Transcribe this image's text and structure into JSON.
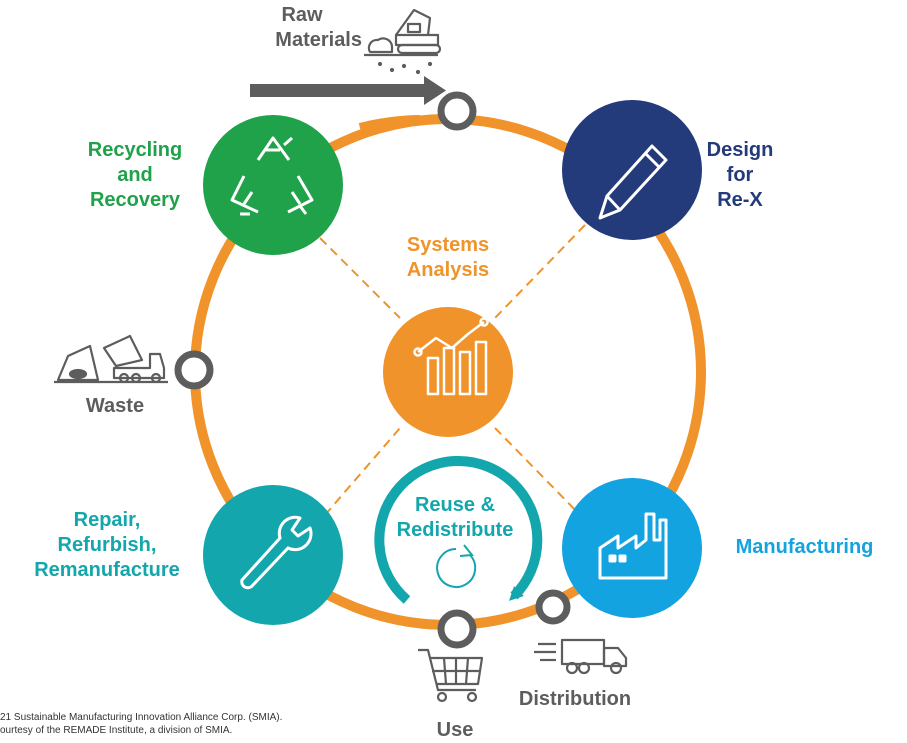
{
  "colors": {
    "ring": "#f0932a",
    "recycling": "#1fa24a",
    "design": "#233a7b",
    "systems": "#f0932a",
    "manufacturing": "#12a3e0",
    "repair": "#13a6ac",
    "gray": "#5d5d5d"
  },
  "nodes": {
    "raw_materials": {
      "line1": "Raw",
      "line2": "Materials",
      "icon": "excavator-icon"
    },
    "recycling": {
      "line1": "Recycling",
      "line2": "and",
      "line3": "Recovery",
      "icon": "recycle-icon"
    },
    "design": {
      "line1": "Design",
      "line2": "for",
      "line3": "Re-X",
      "icon": "pencil-icon"
    },
    "systems": {
      "line1": "Systems",
      "line2": "Analysis",
      "icon": "analytics-chart-icon"
    },
    "waste": {
      "label": "Waste",
      "icon": "dump-truck-icon"
    },
    "repair": {
      "line1": "Repair,",
      "line2": "Refurbish,",
      "line3": "Remanufacture",
      "icon": "wrench-icon"
    },
    "reuse": {
      "line1": "Reuse &",
      "line2": "Redistribute",
      "icon": "refresh-icon"
    },
    "manufacturing": {
      "label": "Manufacturing",
      "icon": "factory-icon"
    },
    "distribution": {
      "label": "Distribution",
      "icon": "delivery-truck-icon"
    },
    "use": {
      "label": "Use",
      "icon": "shopping-cart-icon"
    }
  },
  "copyright": {
    "line1": "21 Sustainable Manufacturing Innovation Alliance Corp. (SMIA).",
    "line2": "ourtesy of the REMADE Institute, a division of SMIA."
  }
}
